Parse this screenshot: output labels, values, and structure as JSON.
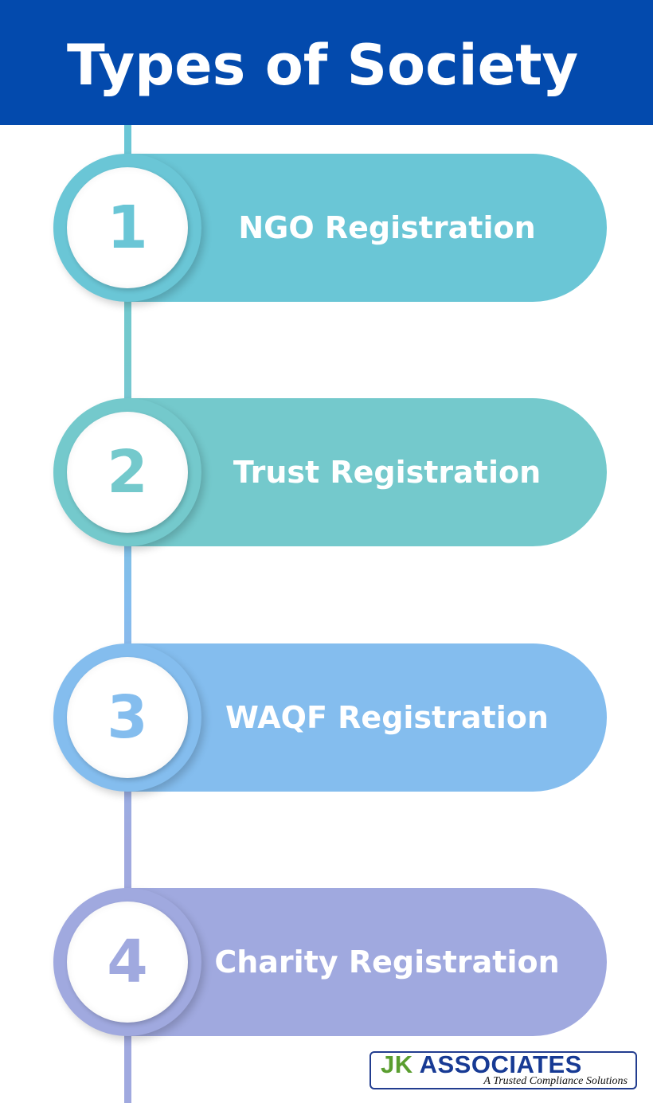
{
  "title": "Types of Society",
  "items": [
    {
      "number": "1",
      "label": "NGO Registration",
      "color": "#6ac6d6"
    },
    {
      "number": "2",
      "label": "Trust Registration",
      "color": "#74c9cc"
    },
    {
      "number": "3",
      "label": "WAQF Registration",
      "color": "#84bdee"
    },
    {
      "number": "4",
      "label": "Charity Registration",
      "color": "#a0a9df"
    }
  ],
  "logo": {
    "brand_jk": "JK",
    "brand_rest": "ASSOCIATES",
    "tagline": "A Trusted Compliance Solutions"
  },
  "colors": {
    "header": "#034aad",
    "logo_border": "#223d8f",
    "logo_jk": "#5a9e2f",
    "logo_associates": "#173a94"
  }
}
